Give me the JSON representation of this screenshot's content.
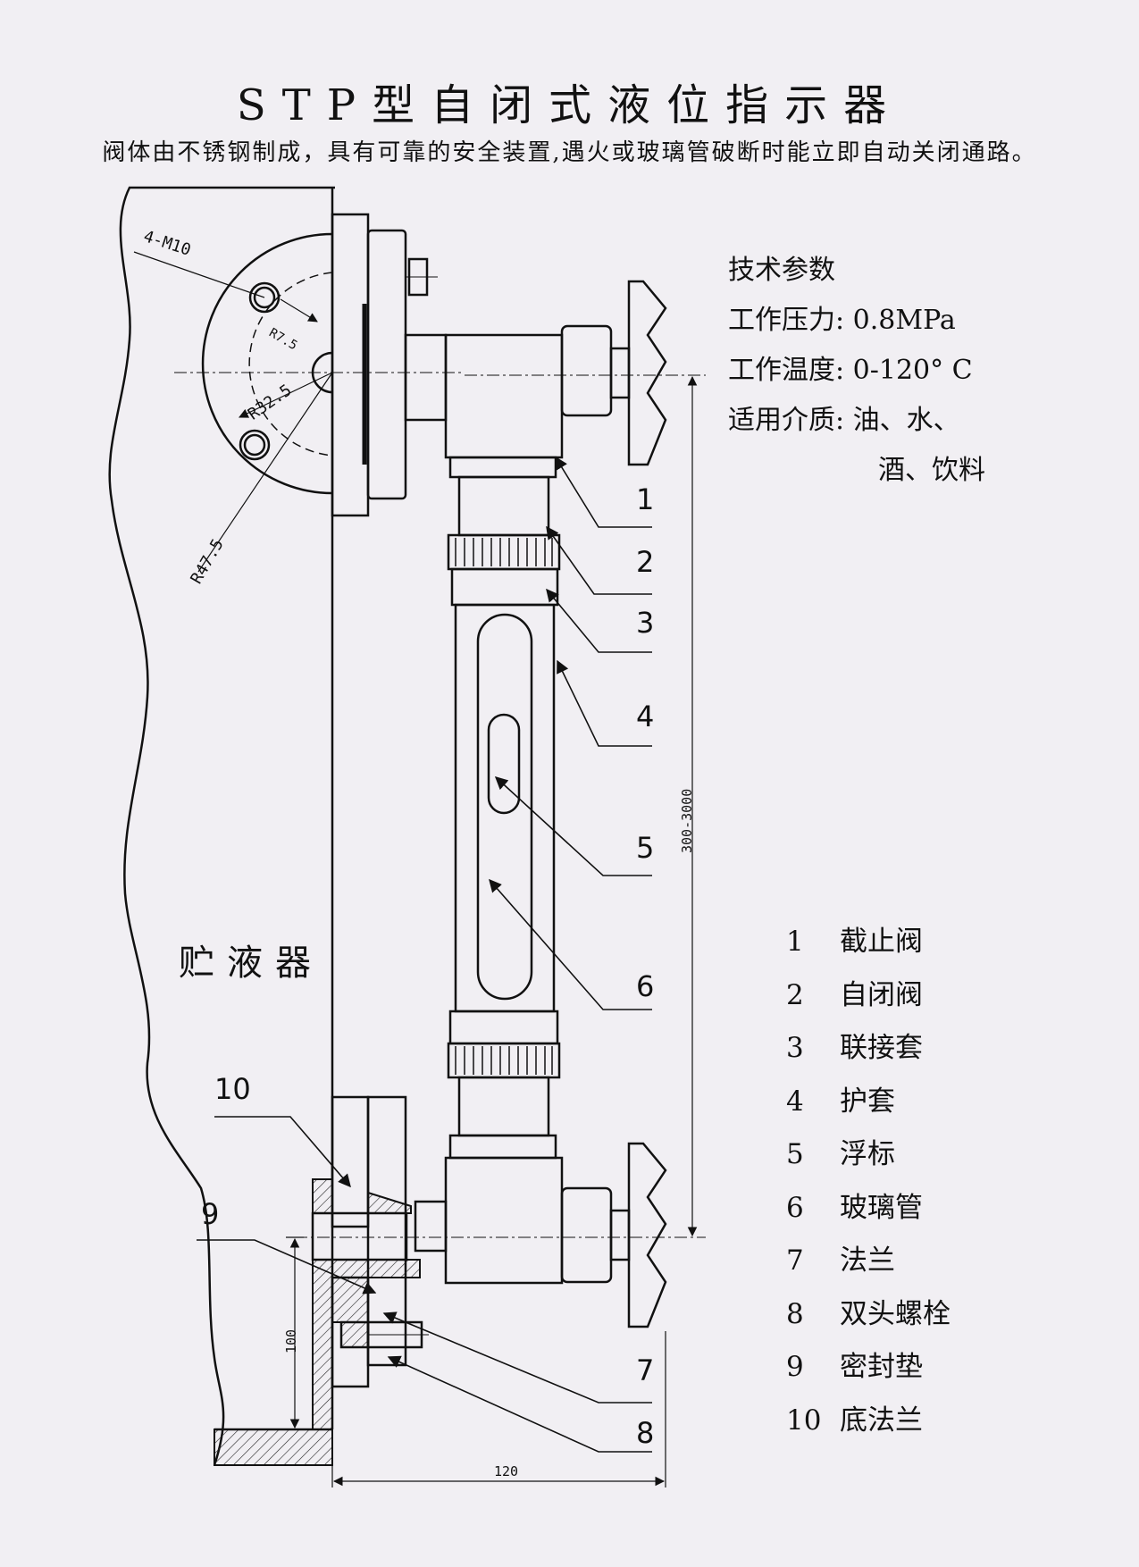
{
  "title": "STP型自闭式液位指示器",
  "subtitle": "阀体由不锈钢制成，具有可靠的安全装置,遇火或玻璃管破断时能立即自动关闭通路。",
  "specs": {
    "heading": "技术参数",
    "pressure": "工作压力: 0.8MPa",
    "temperature": "工作温度: 0-120° C",
    "media_line1": "适用介质: 油、水、",
    "media_line2": "酒、饮料"
  },
  "reservoir_label": "贮液器",
  "annotations": {
    "bolt_holes": "4-M10",
    "r7_5": "R7.5",
    "r32_5": "R32.5",
    "r47_5": "R47.5",
    "height_range": "300-3000",
    "dim_100": "100",
    "dim_120": "120"
  },
  "callouts": [
    "1",
    "2",
    "3",
    "4",
    "5",
    "6",
    "7",
    "8",
    "9",
    "10"
  ],
  "parts": [
    {
      "num": "1",
      "name": "截止阀"
    },
    {
      "num": "2",
      "name": "自闭阀"
    },
    {
      "num": "3",
      "name": "联接套"
    },
    {
      "num": "4",
      "name": "护套"
    },
    {
      "num": "5",
      "name": "浮标"
    },
    {
      "num": "6",
      "name": "玻璃管"
    },
    {
      "num": "7",
      "name": "法兰"
    },
    {
      "num": "8",
      "name": "双头螺栓"
    },
    {
      "num": "9",
      "name": "密封垫"
    },
    {
      "num": "10",
      "name": "底法兰"
    }
  ]
}
